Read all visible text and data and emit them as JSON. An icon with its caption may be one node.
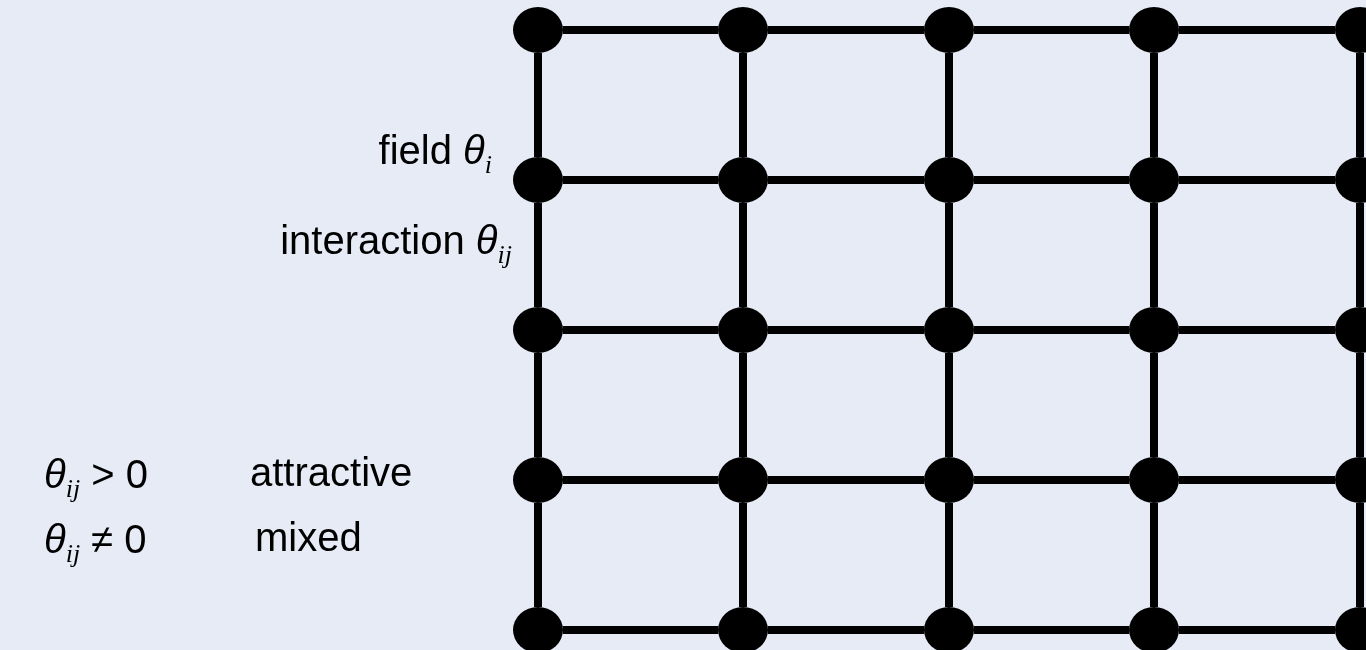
{
  "diagram": {
    "nodes": [
      {
        "text": [],
        "shape": "circle"
      },
      {
        "text": [],
        "shape": "circle"
      },
      {
        "text": [],
        "shape": "circle"
      },
      {
        "text": [],
        "shape": "circle"
      },
      {
        "text": [],
        "shape": "circle"
      },
      {
        "text": [],
        "shape": "circle"
      },
      {
        "text": [],
        "shape": "circle"
      },
      {
        "text": [],
        "shape": "circle"
      },
      {
        "text": [],
        "shape": "circle"
      },
      {
        "text": [],
        "shape": "circle"
      },
      {
        "text": [],
        "shape": "circle"
      },
      {
        "text": [],
        "shape": "circle"
      },
      {
        "text": [],
        "shape": "circle"
      },
      {
        "text": [],
        "shape": "circle"
      },
      {
        "text": [],
        "shape": "circle"
      },
      {
        "text": [],
        "shape": "circle"
      },
      {
        "text": [],
        "shape": "circle"
      },
      {
        "text": [],
        "shape": "circle"
      },
      {
        "text": [],
        "shape": "circle"
      },
      {
        "text": [],
        "shape": "circle"
      },
      {
        "text": [],
        "shape": "circle"
      },
      {
        "text": [],
        "shape": "circle"
      },
      {
        "text": [],
        "shape": "circle"
      },
      {
        "text": [],
        "shape": "circle"
      },
      {
        "text": [],
        "shape": "circle"
      }
    ],
    "edges": [
      {
        "from": 0,
        "to": 1,
        "arrow": "none"
      },
      {
        "from": 1,
        "to": 2,
        "arrow": "none"
      },
      {
        "from": 2,
        "to": 3,
        "arrow": "none"
      },
      {
        "from": 3,
        "to": 4,
        "arrow": "none"
      },
      {
        "from": 5,
        "to": 6,
        "arrow": "none"
      },
      {
        "from": 6,
        "to": 7,
        "arrow": "none"
      },
      {
        "from": 7,
        "to": 8,
        "arrow": "none"
      },
      {
        "from": 8,
        "to": 9,
        "arrow": "none"
      },
      {
        "from": 10,
        "to": 11,
        "arrow": "none"
      },
      {
        "from": 11,
        "to": 12,
        "arrow": "none"
      },
      {
        "from": 12,
        "to": 13,
        "arrow": "none"
      },
      {
        "from": 13,
        "to": 14,
        "arrow": "none"
      },
      {
        "from": 15,
        "to": 16,
        "arrow": "none"
      },
      {
        "from": 16,
        "to": 17,
        "arrow": "none"
      },
      {
        "from": 17,
        "to": 18,
        "arrow": "none"
      },
      {
        "from": 18,
        "to": 19,
        "arrow": "none"
      },
      {
        "from": 20,
        "to": 21,
        "arrow": "none"
      },
      {
        "from": 21,
        "to": 22,
        "arrow": "none"
      },
      {
        "from": 22,
        "to": 23,
        "arrow": "none"
      },
      {
        "from": 23,
        "to": 24,
        "arrow": "none"
      },
      {
        "from": 0,
        "to": 5,
        "arrow": "none"
      },
      {
        "from": 5,
        "to": 10,
        "arrow": "none"
      },
      {
        "from": 10,
        "to": 15,
        "arrow": "none"
      },
      {
        "from": 15,
        "to": 20,
        "arrow": "none"
      },
      {
        "from": 1,
        "to": 6,
        "arrow": "none"
      },
      {
        "from": 6,
        "to": 11,
        "arrow": "none"
      },
      {
        "from": 11,
        "to": 16,
        "arrow": "none"
      },
      {
        "from": 16,
        "to": 21,
        "arrow": "none"
      },
      {
        "from": 2,
        "to": 7,
        "arrow": "none"
      },
      {
        "from": 7,
        "to": 12,
        "arrow": "none"
      },
      {
        "from": 12,
        "to": 17,
        "arrow": "none"
      },
      {
        "from": 17,
        "to": 22,
        "arrow": "none"
      },
      {
        "from": 3,
        "to": 8,
        "arrow": "none"
      },
      {
        "from": 8,
        "to": 13,
        "arrow": "none"
      },
      {
        "from": 13,
        "to": 18,
        "arrow": "none"
      },
      {
        "from": 18,
        "to": 23,
        "arrow": "none"
      },
      {
        "from": 4,
        "to": 9,
        "arrow": "none"
      },
      {
        "from": 9,
        "to": 14,
        "arrow": "none"
      },
      {
        "from": 14,
        "to": 19,
        "arrow": "none"
      },
      {
        "from": 19,
        "to": 24,
        "arrow": "none"
      }
    ],
    "labels": [
      "field *θ*$_{i}$",
      "interaction *θ*$_{ij}$",
      "*θ*$_{ij}$ > 0",
      "attractive",
      "*θ*$_{ij}$ ≠ 0",
      "mixed"
    ]
  }
}
